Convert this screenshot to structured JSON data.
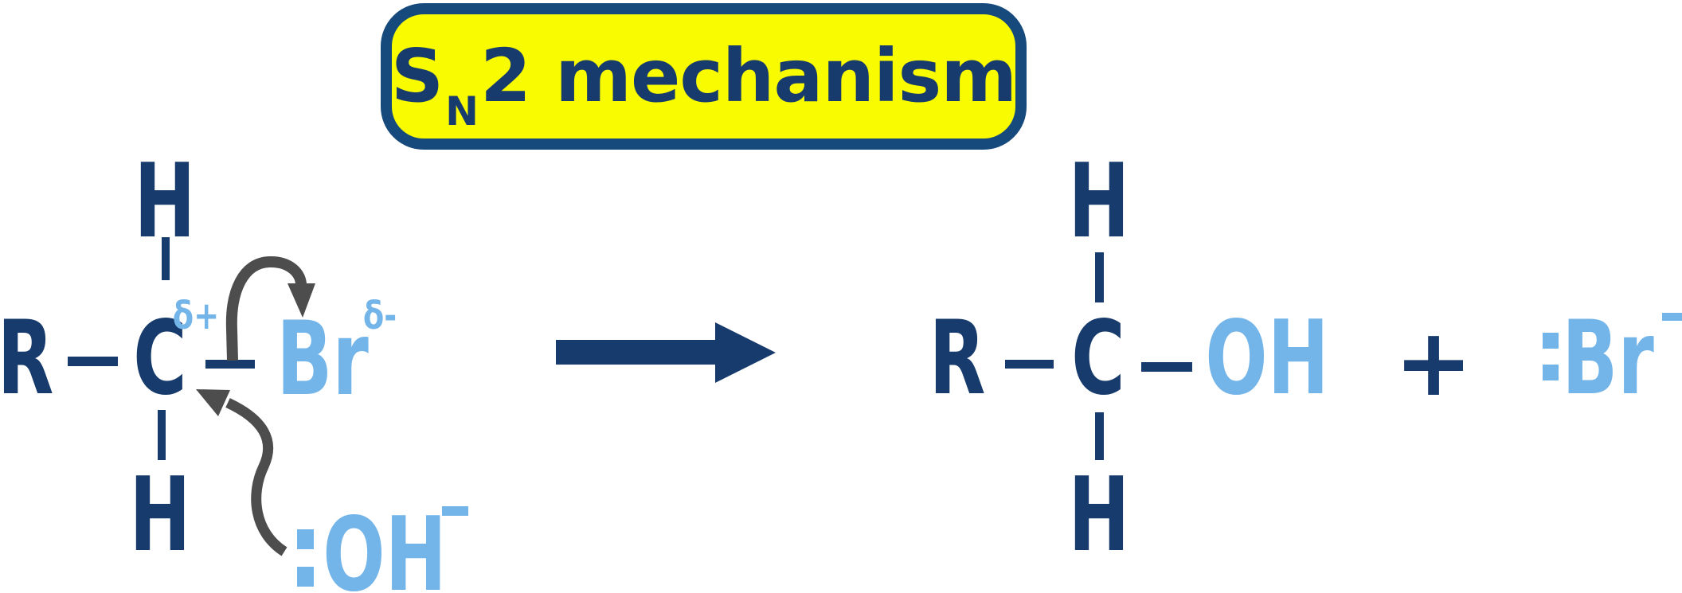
{
  "title": {
    "s": "S",
    "sub": "N",
    "rest": "2 mechanism"
  },
  "reactant": {
    "r": "R",
    "h_top": "H",
    "h_bottom": "H",
    "c": "C",
    "br": "Br",
    "delta_plus": "δ+",
    "delta_minus": "δ-"
  },
  "nucleophile": {
    "oh": "OH",
    "charge": "-",
    "lone_pair": ":"
  },
  "product": {
    "r": "R",
    "h_top": "H",
    "h_bottom": "H",
    "c": "C",
    "oh": "OH"
  },
  "plus": "+",
  "bromide": {
    "br": "Br",
    "charge": "-",
    "lone_pair": ":"
  },
  "colors": {
    "navy": "#173b6c",
    "badge_border": "#164a7c",
    "light_blue": "#74b5e9",
    "arrow_gray": "#4d4d4d",
    "badge_yellow": "#f9fb00",
    "background": "#ffffff"
  }
}
